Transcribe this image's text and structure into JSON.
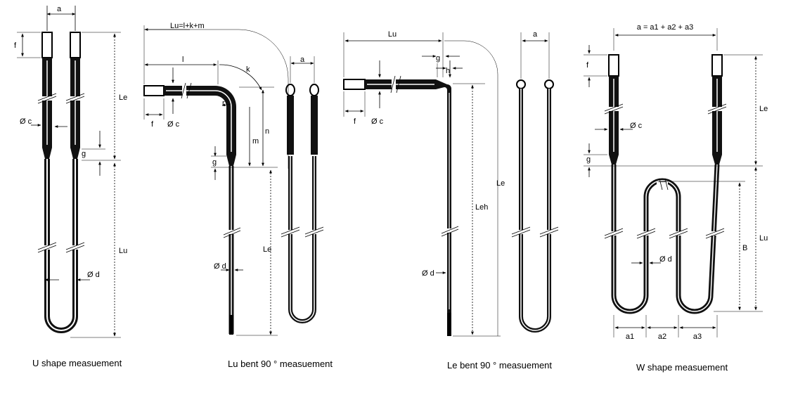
{
  "captions": {
    "u_shape": "U shape measuement",
    "lu_bent": "Lu bent 90 °  measuement",
    "le_bent": "Le bent 90 °  measuement",
    "w_shape": "W shape measuement"
  },
  "labels": {
    "a": "a",
    "f": "f",
    "g": "g",
    "h": "h",
    "k": "k",
    "l": "l",
    "m": "m",
    "n": "n",
    "r": "r",
    "B": "B",
    "Le": "Le",
    "Lu": "Lu",
    "Leh": "Leh",
    "Le_sub": "Le",
    "phi_c": "Ø c",
    "phi_d": "Ø d",
    "lu_formula": "Lu=l+k+m",
    "w_formula": "a = a1 + a2 + a3",
    "a1": "a1",
    "a2": "a2",
    "a3": "a3"
  }
}
